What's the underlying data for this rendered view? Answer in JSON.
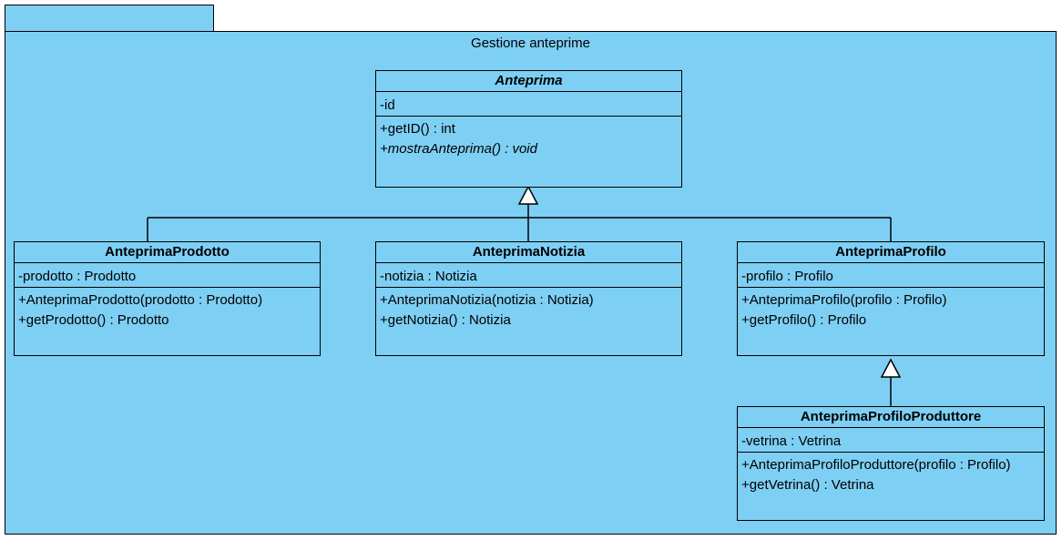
{
  "package": {
    "name": "Gestione anteprime"
  },
  "classes": {
    "anteprima": {
      "name": "Anteprima",
      "attributes": [
        "-id"
      ],
      "operations": [
        "+getID() : int",
        "+mostraAnteprima() : void"
      ]
    },
    "prodotto": {
      "name": "AnteprimaProdotto",
      "attributes": [
        "-prodotto : Prodotto"
      ],
      "operations": [
        "+AnteprimaProdotto(prodotto : Prodotto)",
        "+getProdotto() : Prodotto"
      ]
    },
    "notizia": {
      "name": "AnteprimaNotizia",
      "attributes": [
        "-notizia : Notizia"
      ],
      "operations": [
        "+AnteprimaNotizia(notizia : Notizia)",
        "+getNotizia() : Notizia"
      ]
    },
    "profilo": {
      "name": "AnteprimaProfilo",
      "attributes": [
        "-profilo : Profilo"
      ],
      "operations": [
        "+AnteprimaProfilo(profilo : Profilo)",
        "+getProfilo() : Profilo"
      ]
    },
    "produttore": {
      "name": "AnteprimaProfiloProduttore",
      "attributes": [
        "-vetrina : Vetrina"
      ],
      "operations": [
        "+AnteprimaProfiloProduttore(profilo : Profilo)",
        "+getVetrina() : Vetrina"
      ]
    }
  },
  "colors": {
    "fill": "#7ecff4",
    "line": "#000000"
  }
}
